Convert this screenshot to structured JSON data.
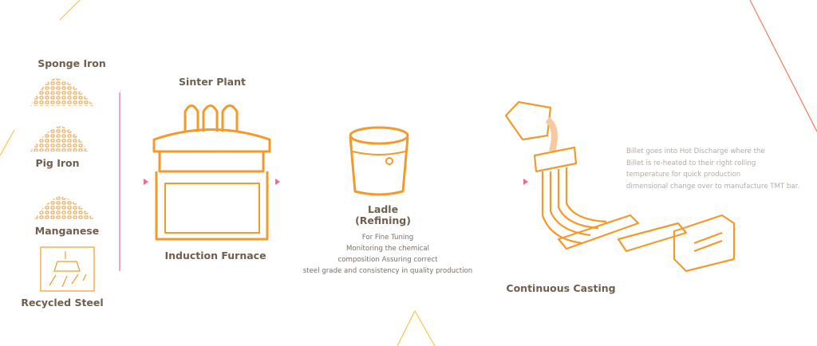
{
  "colors": {
    "accent": "#f39a2b",
    "connector": "#ef6a8a",
    "text": "#6e5f4c"
  },
  "inputs": [
    {
      "label": "Sponge Iron"
    },
    {
      "label": "Pig Iron"
    },
    {
      "label": "Manganese"
    },
    {
      "label": "Recycled Steel"
    }
  ],
  "furnace": {
    "top_label": "Sinter Plant",
    "bottom_label": "Induction Furnace"
  },
  "ladle": {
    "title_line1": "Ladle",
    "title_line2": "(Refining)",
    "desc": [
      "For Fine Tuning",
      "Monitoring the chemical",
      "composition  Assuring correct",
      "steel grade and consistency in quality production"
    ]
  },
  "casting": {
    "label": "Continuous Casting",
    "desc": [
      "Billet goes into Hot Discharge where the",
      "Billet is re-heated to their right rolling",
      "temperature for quick production",
      "dimensional change over to manufacture TMT bar."
    ]
  }
}
